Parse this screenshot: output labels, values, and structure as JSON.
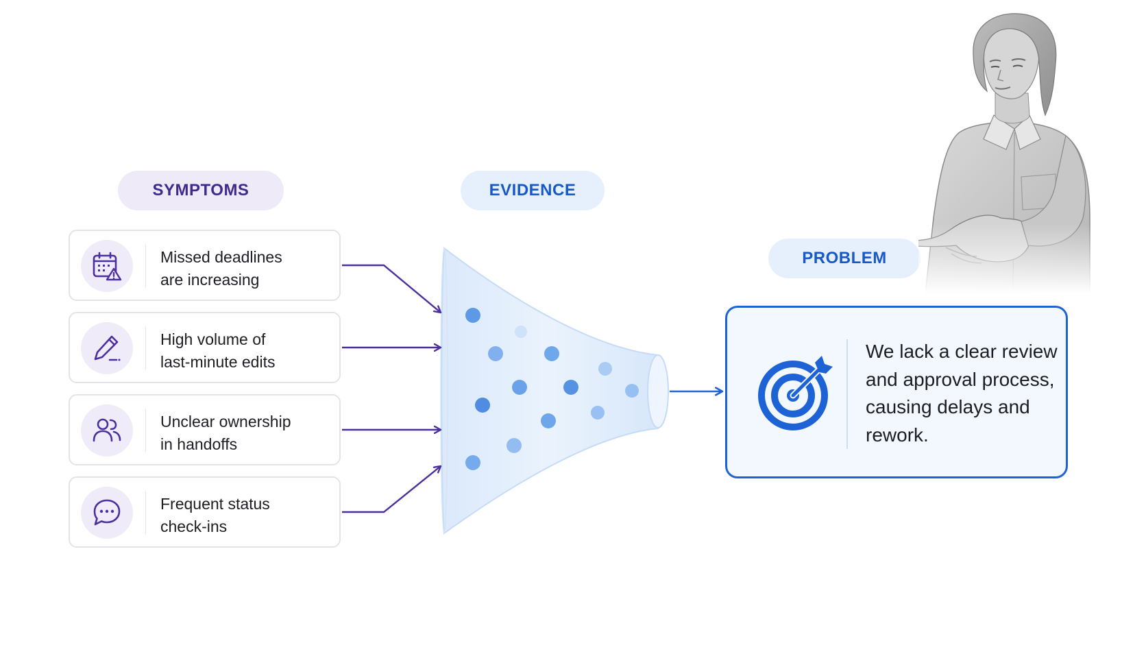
{
  "labels": {
    "symptoms": "SYMPTOMS",
    "evidence": "EVIDENCE",
    "problem": "PROBLEM"
  },
  "symptoms": [
    {
      "icon": "calendar-warning-icon",
      "line1": "Missed deadlines",
      "line2": "are increasing"
    },
    {
      "icon": "pencil-edit-icon",
      "line1": "High volume of",
      "line2": "last-minute edits"
    },
    {
      "icon": "people-icon",
      "line1": "Unclear ownership",
      "line2": "in handoffs"
    },
    {
      "icon": "chat-bubble-icon",
      "line1": "Frequent status",
      "line2": "check-ins"
    }
  ],
  "problem": {
    "icon": "target-arrow-icon",
    "text": "We lack a clear review and approval process, causing delays and rework."
  },
  "presenter": {
    "description": "woman-pointing-photo"
  },
  "colors": {
    "symptom_accent": "#4b2f9e",
    "symptom_pill_bg": "#efeaf8",
    "evidence_accent": "#1859c9",
    "evidence_pill_bg": "#e6f0fc",
    "problem_border": "#1d63d6",
    "funnel_fill": "#e3effc",
    "dot_blue": "#5b9ae8"
  }
}
